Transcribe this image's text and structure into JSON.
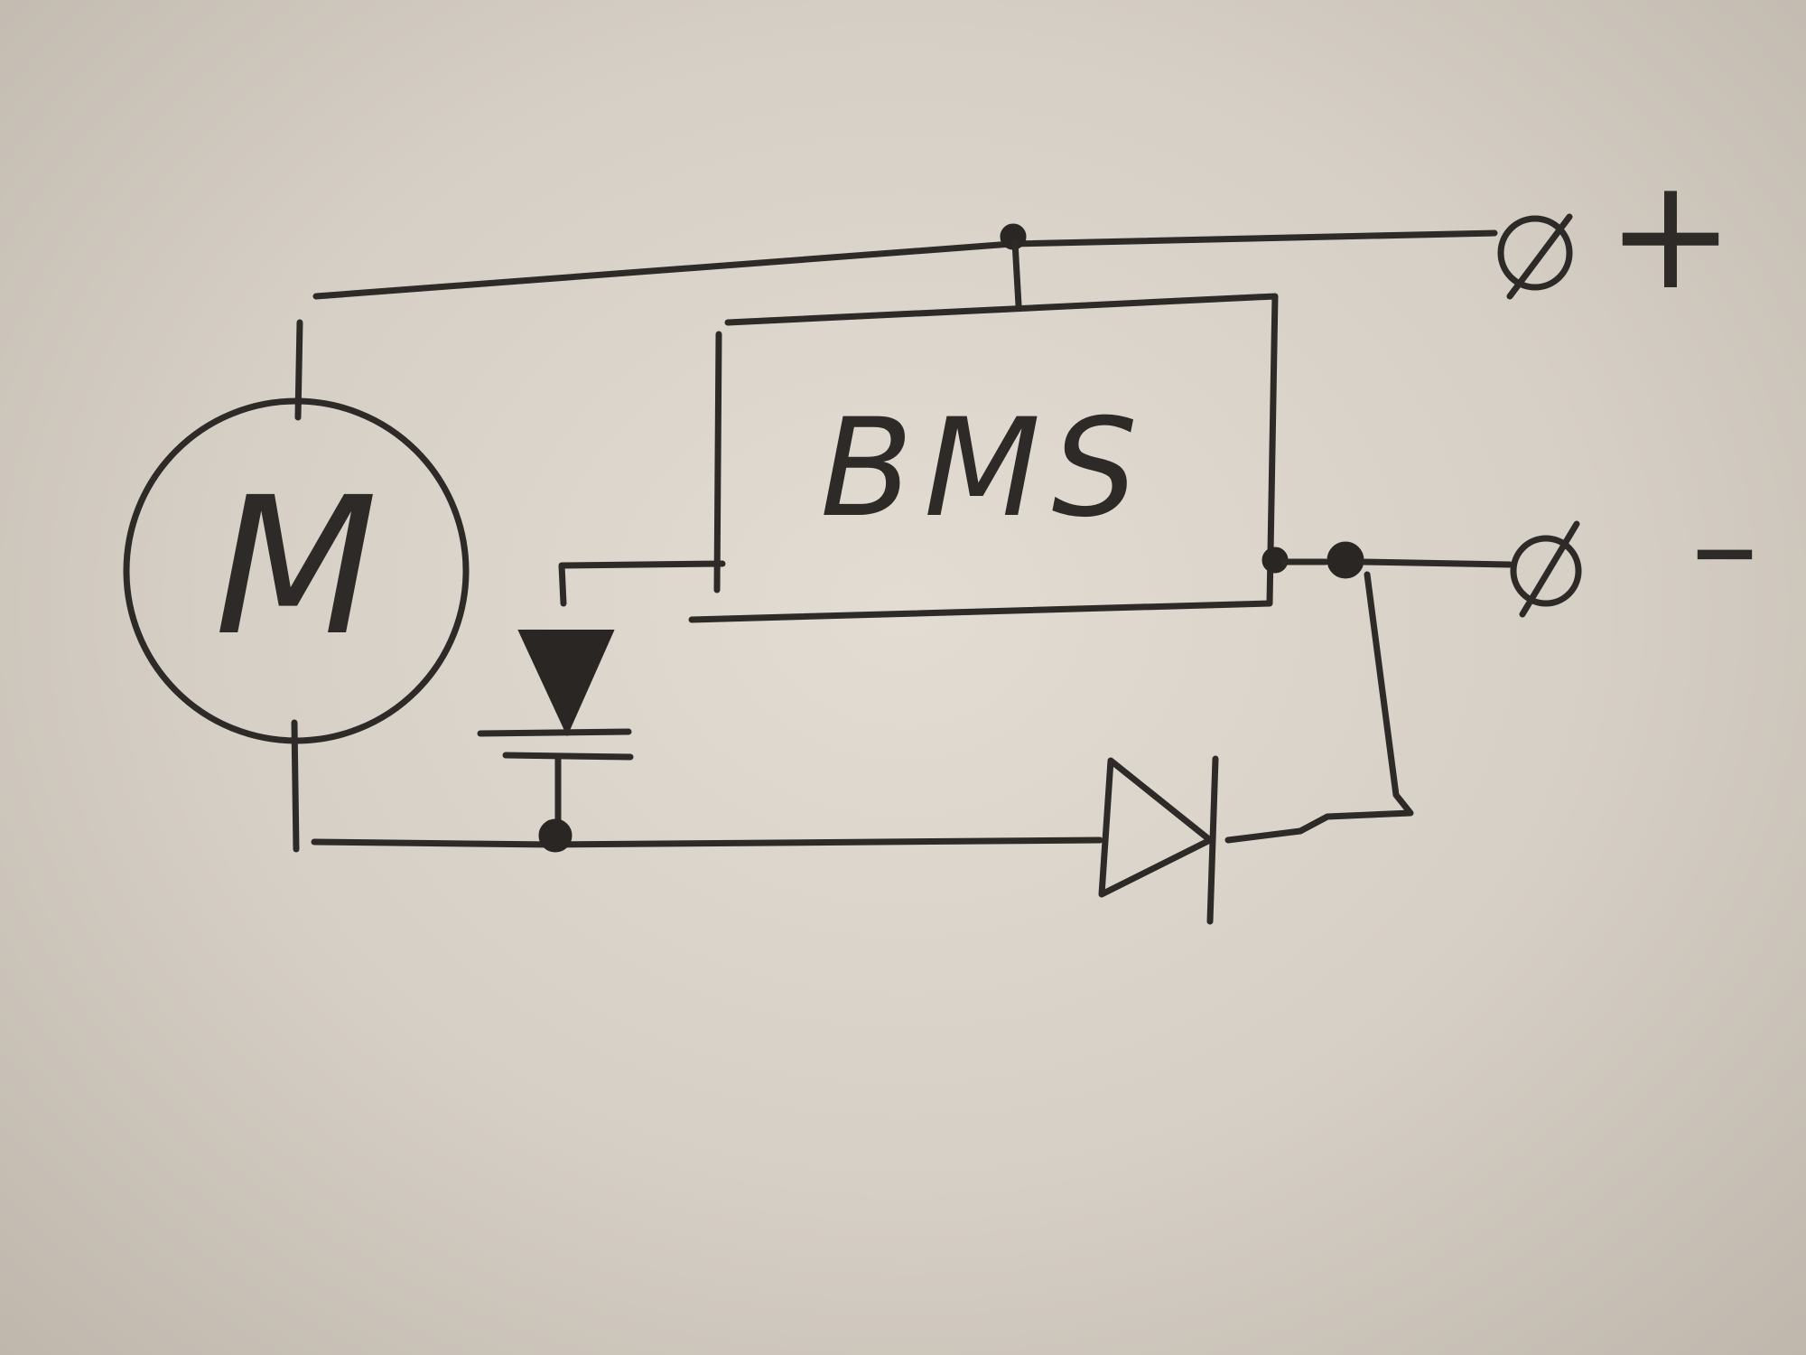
{
  "motor": {
    "label": "M"
  },
  "bms": {
    "label": "BMS"
  },
  "terminals": {
    "positive": {
      "symbol": "ø",
      "sign": "+"
    },
    "negative": {
      "symbol": "ø",
      "sign": "–"
    }
  },
  "colors": {
    "ink": "#2e2a27",
    "paper": "#d8d1c8"
  }
}
